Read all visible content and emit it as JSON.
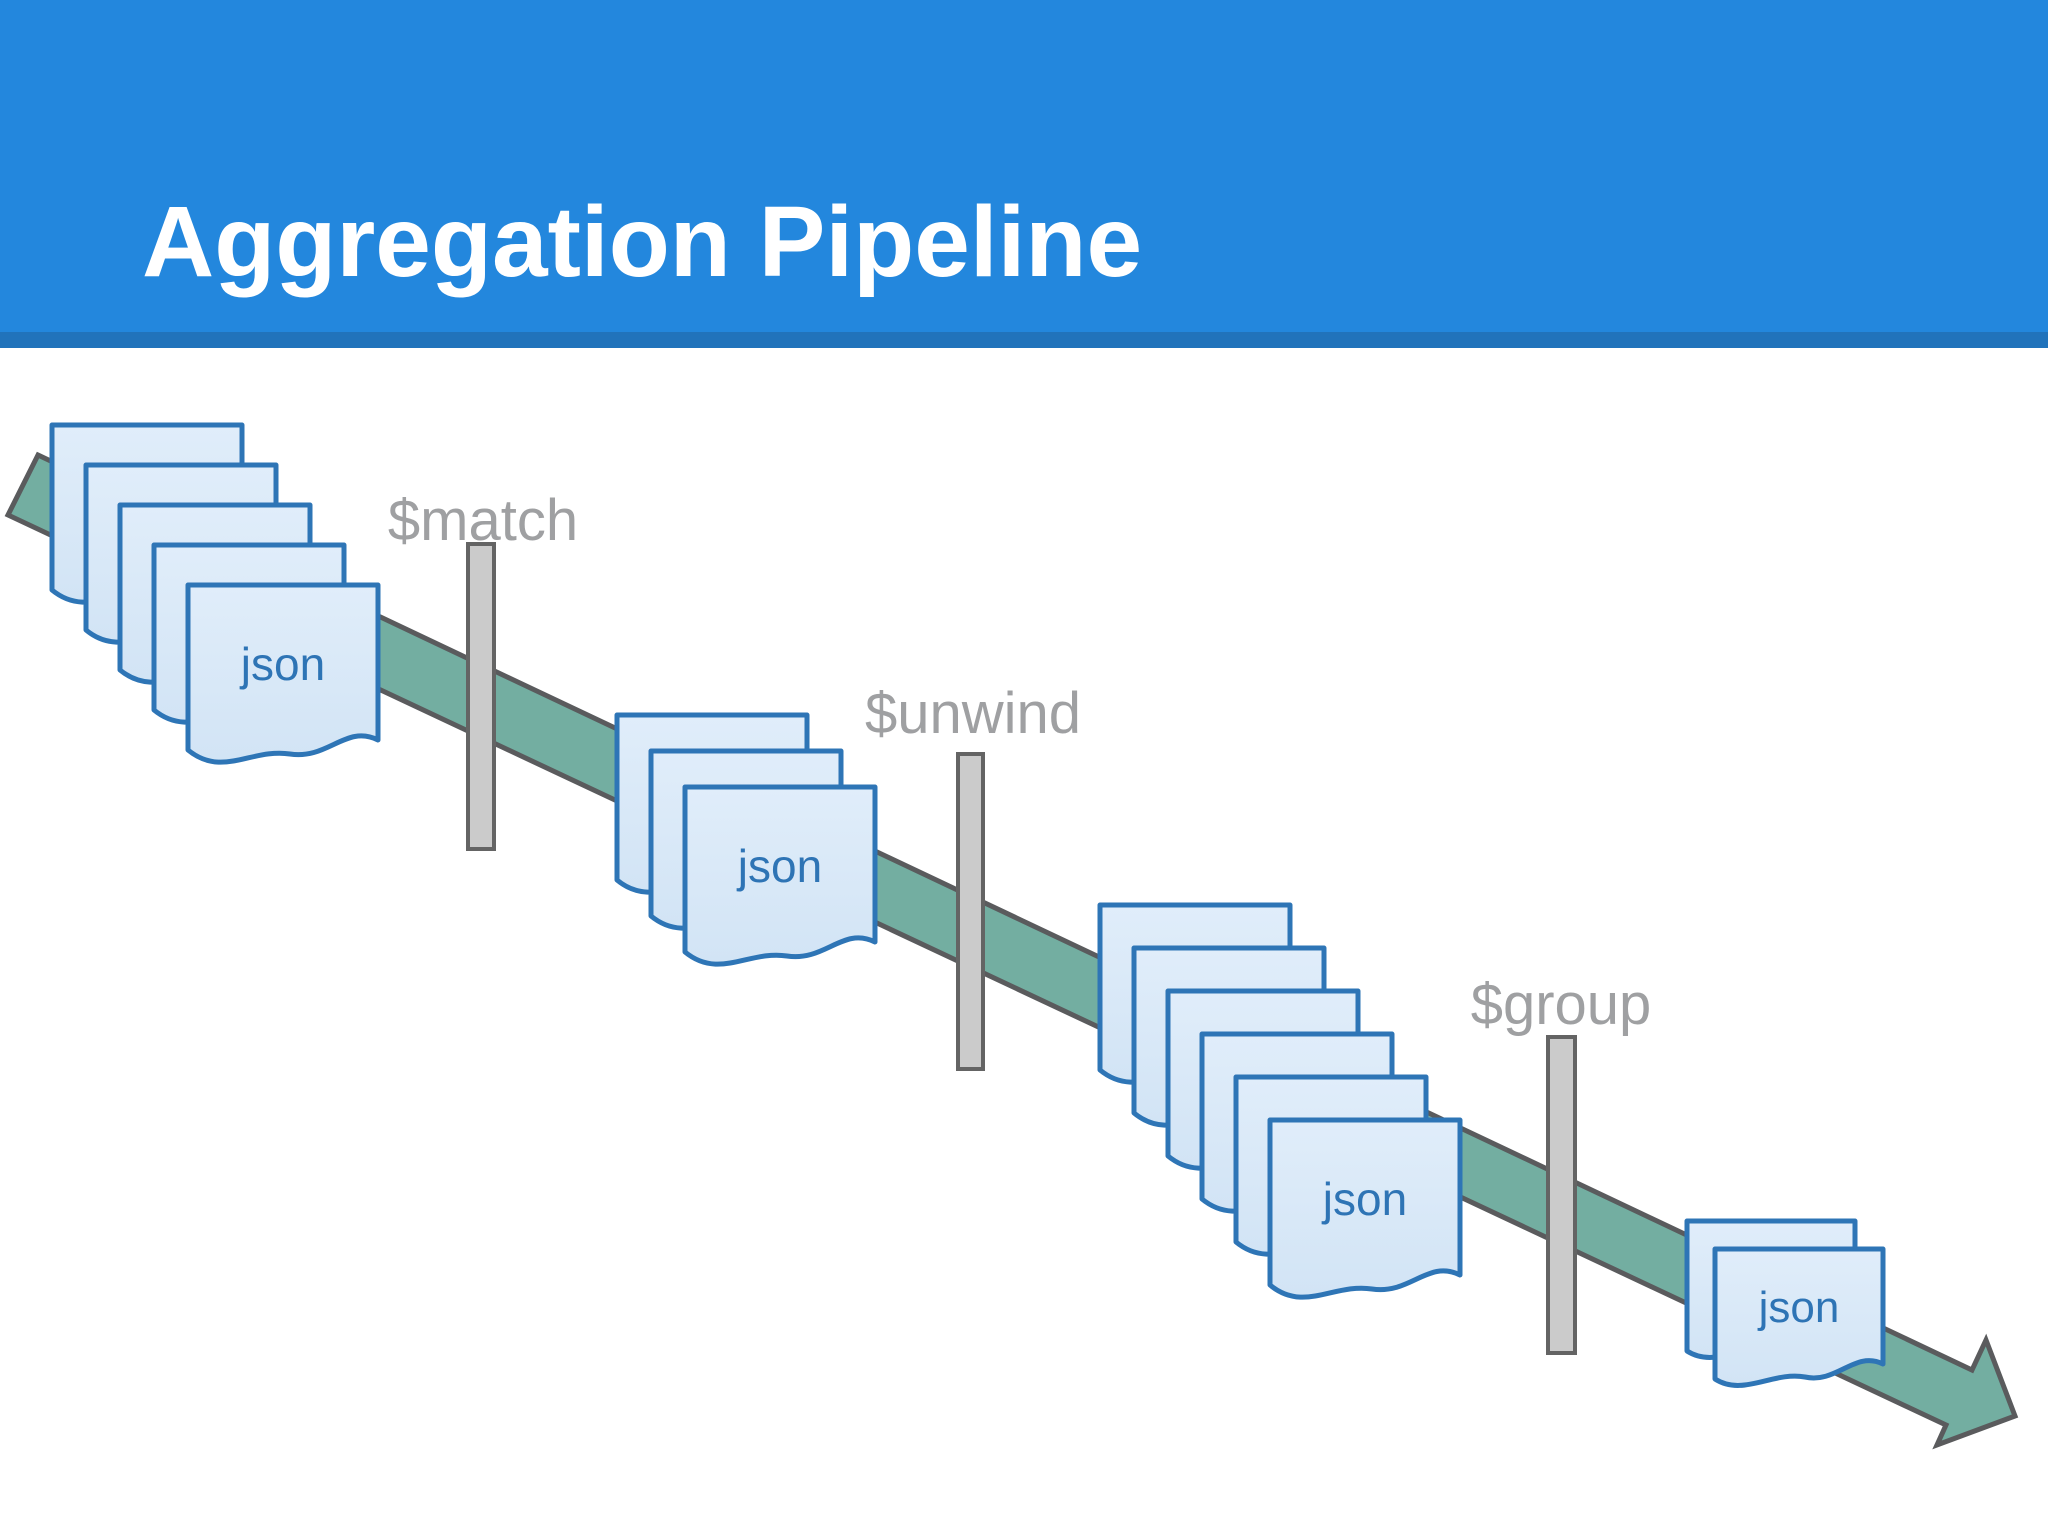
{
  "header": {
    "title": "Aggregation Pipeline"
  },
  "pipeline": {
    "stages": [
      {
        "label": "$match"
      },
      {
        "label": "$unwind"
      },
      {
        "label": "$group"
      }
    ],
    "stacks": [
      {
        "doc_label": "json",
        "count": 5
      },
      {
        "doc_label": "json",
        "count": 3
      },
      {
        "doc_label": "json",
        "count": 6
      },
      {
        "doc_label": "json",
        "count": 2
      }
    ]
  },
  "colors": {
    "header_blue": "#2387dd",
    "header_strip_blue": "#2173bb",
    "band_teal": "#73aea1",
    "band_outline_gray": "#5a5b5d",
    "document_fill": "#d9e8f7",
    "document_border": "#2e75b6",
    "document_label": "#2e74b5",
    "stage_bar_fill": "#cbcbcb",
    "stage_bar_border": "#646464",
    "stage_label_gray": "#9fa0a2",
    "background": "#ffffff",
    "title_text": "#ffffff"
  }
}
